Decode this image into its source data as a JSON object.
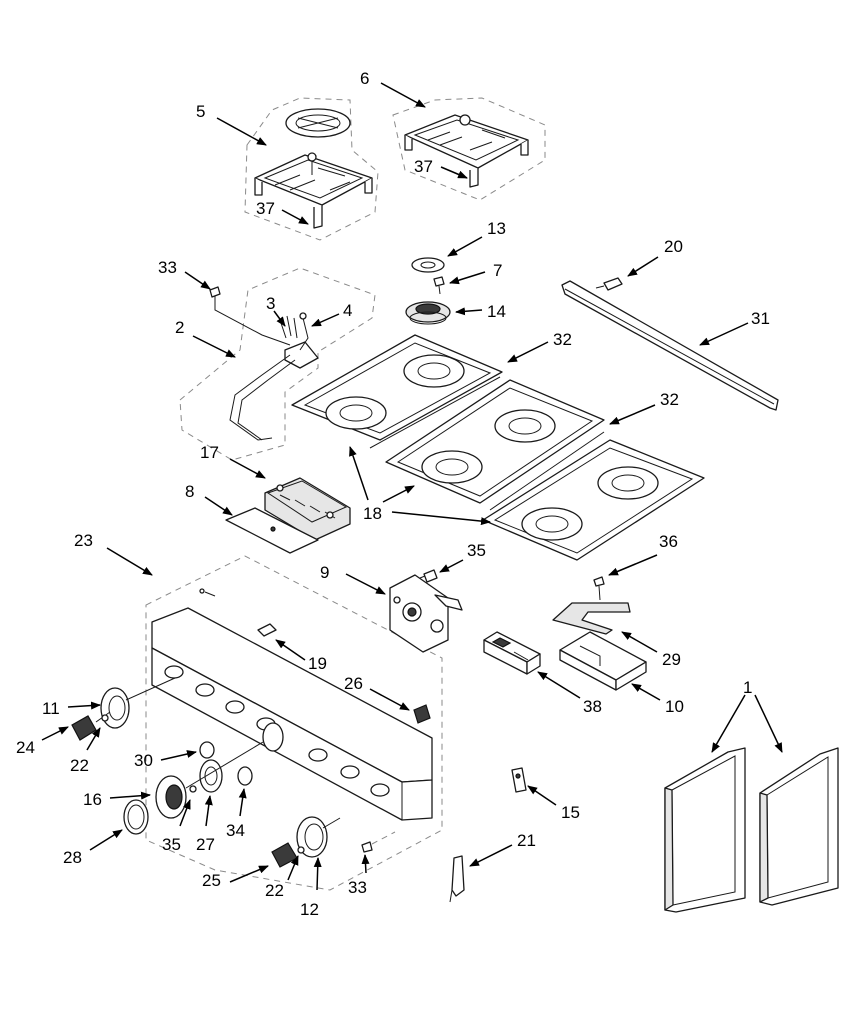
{
  "callouts": {
    "c1": "1",
    "c2": "2",
    "c3": "3",
    "c4": "4",
    "c5": "5",
    "c6": "6",
    "c7": "7",
    "c8": "8",
    "c9": "9",
    "c10": "10",
    "c11": "11",
    "c12": "12",
    "c13": "13",
    "c14": "14",
    "c15": "15",
    "c16": "16",
    "c17": "17",
    "c18": "18",
    "c19": "19",
    "c20": "20",
    "c21": "21",
    "c22a": "22",
    "c22b": "22",
    "c23": "23",
    "c24": "24",
    "c25": "25",
    "c26": "26",
    "c27": "27",
    "c28": "28",
    "c29": "29",
    "c30": "30",
    "c31": "31",
    "c32a": "32",
    "c32b": "32",
    "c33a": "33",
    "c33b": "33",
    "c34": "34",
    "c35a": "35",
    "c35b": "35",
    "c36": "36",
    "c37a": "37",
    "c37b": "37",
    "c38": "38"
  },
  "icons": {
    "grate": "grate-icon",
    "burner": "burner-icon",
    "knob": "knob-icon",
    "panel": "side-panel-icon"
  }
}
